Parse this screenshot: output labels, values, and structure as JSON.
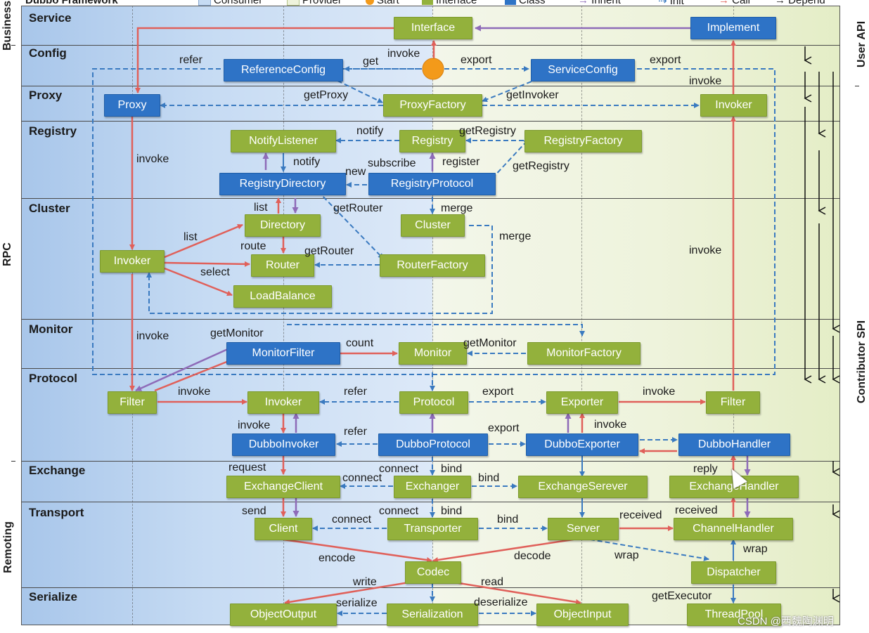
{
  "title": "Dubbo Framework",
  "legend": [
    {
      "label": "Consumer",
      "color": "#c6dbf3"
    },
    {
      "label": "Provider",
      "color": "#eef3dc"
    },
    {
      "label": "Start",
      "color": "#f39a1a"
    },
    {
      "label": "Interface",
      "color": "#93b13c"
    },
    {
      "label": "Class",
      "color": "#2e73c6"
    },
    {
      "label": "Inherit",
      "color": "#8e6bb8"
    },
    {
      "label": "Init",
      "color": "#3a7ac0"
    },
    {
      "label": "Call",
      "color": "#e0605a"
    },
    {
      "label": "Depend",
      "color": "#222222"
    }
  ],
  "layers": [
    "Service",
    "Config",
    "Proxy",
    "Registry",
    "Cluster",
    "Monitor",
    "Protocol",
    "Exchange",
    "Transport",
    "Serialize"
  ],
  "groups": [
    "Business",
    "RPC",
    "Remoting"
  ],
  "right_labels": [
    "User API",
    "Contributor SPI"
  ],
  "nodes": {
    "interface": "Interface",
    "implement": "Implement",
    "reference_config": "ReferenceConfig",
    "service_config": "ServiceConfig",
    "proxy": "Proxy",
    "proxy_factory": "ProxyFactory",
    "invoker_proxy": "Invoker",
    "notify_listener": "NotifyListener",
    "registry": "Registry",
    "registry_factory": "RegistryFactory",
    "registry_directory": "RegistryDirectory",
    "registry_protocol": "RegistryProtocol",
    "directory": "Directory",
    "cluster": "Cluster",
    "invoker_cluster": "Invoker",
    "router": "Router",
    "router_factory": "RouterFactory",
    "load_balance": "LoadBalance",
    "monitor_filter": "MonitorFilter",
    "monitor": "Monitor",
    "monitor_factory": "MonitorFactory",
    "filter_consumer": "Filter",
    "invoker_protocol": "Invoker",
    "protocol": "Protocol",
    "exporter": "Exporter",
    "filter_provider": "Filter",
    "dubbo_invoker": "DubboInvoker",
    "dubbo_protocol": "DubboProtocol",
    "dubbo_exporter": "DubboExporter",
    "dubbo_handler": "DubboHandler",
    "exchange_client": "ExchangeClient",
    "exchanger": "Exchanger",
    "exchange_server": "ExchangeSerever",
    "exchange_handler": "ExchangeHandler",
    "client": "Client",
    "transporter": "Transporter",
    "server": "Server",
    "channel_handler": "ChannelHandler",
    "codec": "Codec",
    "dispatcher": "Dispatcher",
    "object_output": "ObjectOutput",
    "serialization": "Serialization",
    "object_input": "ObjectInput",
    "thread_pool": "ThreadPool"
  },
  "edge_labels": {
    "refer": "refer",
    "get": "get",
    "invoke": "invoke",
    "export": "export",
    "get_proxy": "getProxy",
    "get_invoker": "getInvoker",
    "notify": "notify",
    "get_registry": "getRegistry",
    "subscribe": "subscribe",
    "register": "register",
    "new": "new",
    "list": "list",
    "get_router": "getRouter",
    "merge": "merge",
    "route": "route",
    "select": "select",
    "get_monitor": "getMonitor",
    "count": "count",
    "request": "request",
    "connect": "connect",
    "bind": "bind",
    "reply": "reply",
    "send": "send",
    "received": "received",
    "encode": "encode",
    "decode": "decode",
    "wrap": "wrap",
    "write": "write",
    "read": "read",
    "serialize": "serialize",
    "deserialize": "deserialize",
    "get_executor": "getExecutor"
  },
  "watermark": "CSDN @西魏陶渊明"
}
